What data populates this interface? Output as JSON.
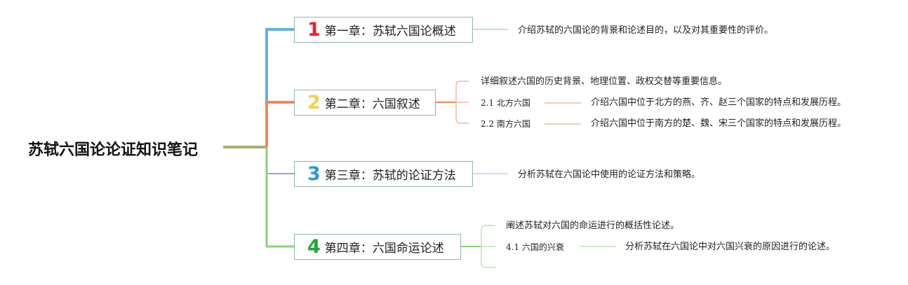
{
  "root": {
    "title": "苏轼六国论论证知识笔记"
  },
  "chapters": [
    {
      "number": "1",
      "title": "第一章：苏轼六国论概述",
      "color": "#e52233",
      "line_color": "#63b2e2",
      "summary": "介绍苏轼的六国论的背景和论述目的，以及对其重要性的评价。",
      "subsections": []
    },
    {
      "number": "2",
      "title": "第二章：六国叙述",
      "color": "#f3d24a",
      "line_color": "#f0885c",
      "summary": "详细叙述六国的历史背景、地理位置、政权交替等重要信息。",
      "subsections": [
        {
          "label": "2.1 北方六国",
          "desc": "介绍六国中位于北方的燕、齐、赵三个国家的特点和发展历程。"
        },
        {
          "label": "2.2 南方六国",
          "desc": "介绍六国中位于南方的楚、魏、宋三个国家的特点和发展历程。"
        }
      ]
    },
    {
      "number": "3",
      "title": "第三章：苏轼的论证方法",
      "color": "#2a9bd9",
      "line_color": "#a99ad8",
      "summary": "分析苏轼在六国论中使用的论证方法和策略。",
      "subsections": []
    },
    {
      "number": "4",
      "title": "第四章：六国命运论述",
      "color": "#23a33a",
      "line_color": "#8ccf7a",
      "summary": "阐述苏轼对六国的命运进行的概括性论述。",
      "subsections": [
        {
          "label": "4.1 六国的兴衰",
          "desc": "分析苏轼在六国论中对六国兴衰的原因进行的论述。"
        }
      ]
    }
  ]
}
